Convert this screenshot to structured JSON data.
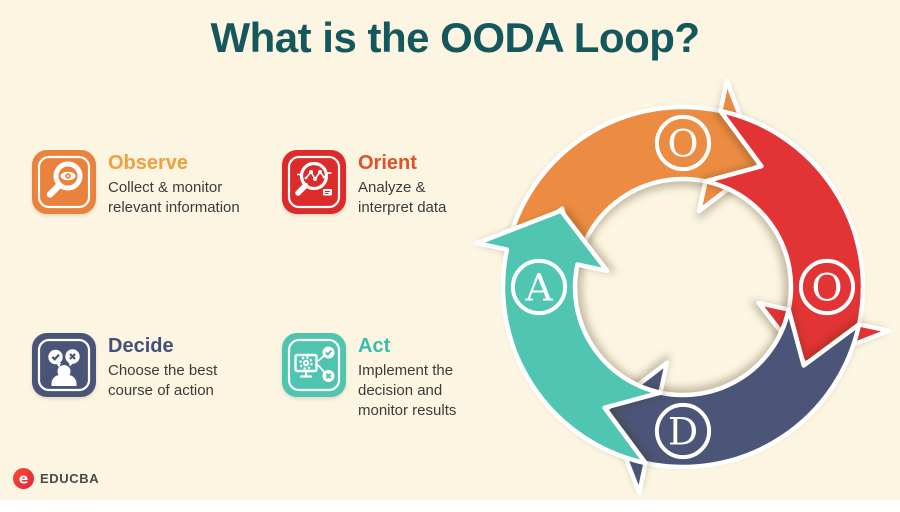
{
  "title": "What is the OODA Loop?",
  "steps": [
    {
      "id": "observe",
      "label": "Observe",
      "description": "Collect & monitor\nrelevant information",
      "tile_color": "#E8823D",
      "label_color": "#F0A13C"
    },
    {
      "id": "orient",
      "label": "Orient",
      "description": "Analyze &\ninterpret data",
      "tile_color": "#DC2B2B",
      "label_color": "#E2502A"
    },
    {
      "id": "decide",
      "label": "Decide",
      "description": "Choose the best\ncourse of action",
      "tile_color": "#4A5478",
      "label_color": "#454F7B"
    },
    {
      "id": "act",
      "label": "Act",
      "description": "Implement the\ndecision and\nmonitor results",
      "tile_color": "#4FC4AF",
      "label_color": "#3ABCAD"
    }
  ],
  "loop": {
    "arrows": [
      {
        "step": "observe",
        "letter": "O",
        "color": "#EC8C42",
        "position": "top"
      },
      {
        "step": "orient",
        "letter": "O",
        "color": "#E23434",
        "position": "right"
      },
      {
        "step": "decide",
        "letter": "D",
        "color": "#4A5577",
        "position": "bottom"
      },
      {
        "step": "act",
        "letter": "A",
        "color": "#4FC5B2",
        "position": "left"
      }
    ]
  },
  "branding": {
    "logo_text": "EDUCBA"
  },
  "colors": {
    "background": "#FBF5E1",
    "title": "#14575D",
    "body_text": "#3B3B3B"
  }
}
